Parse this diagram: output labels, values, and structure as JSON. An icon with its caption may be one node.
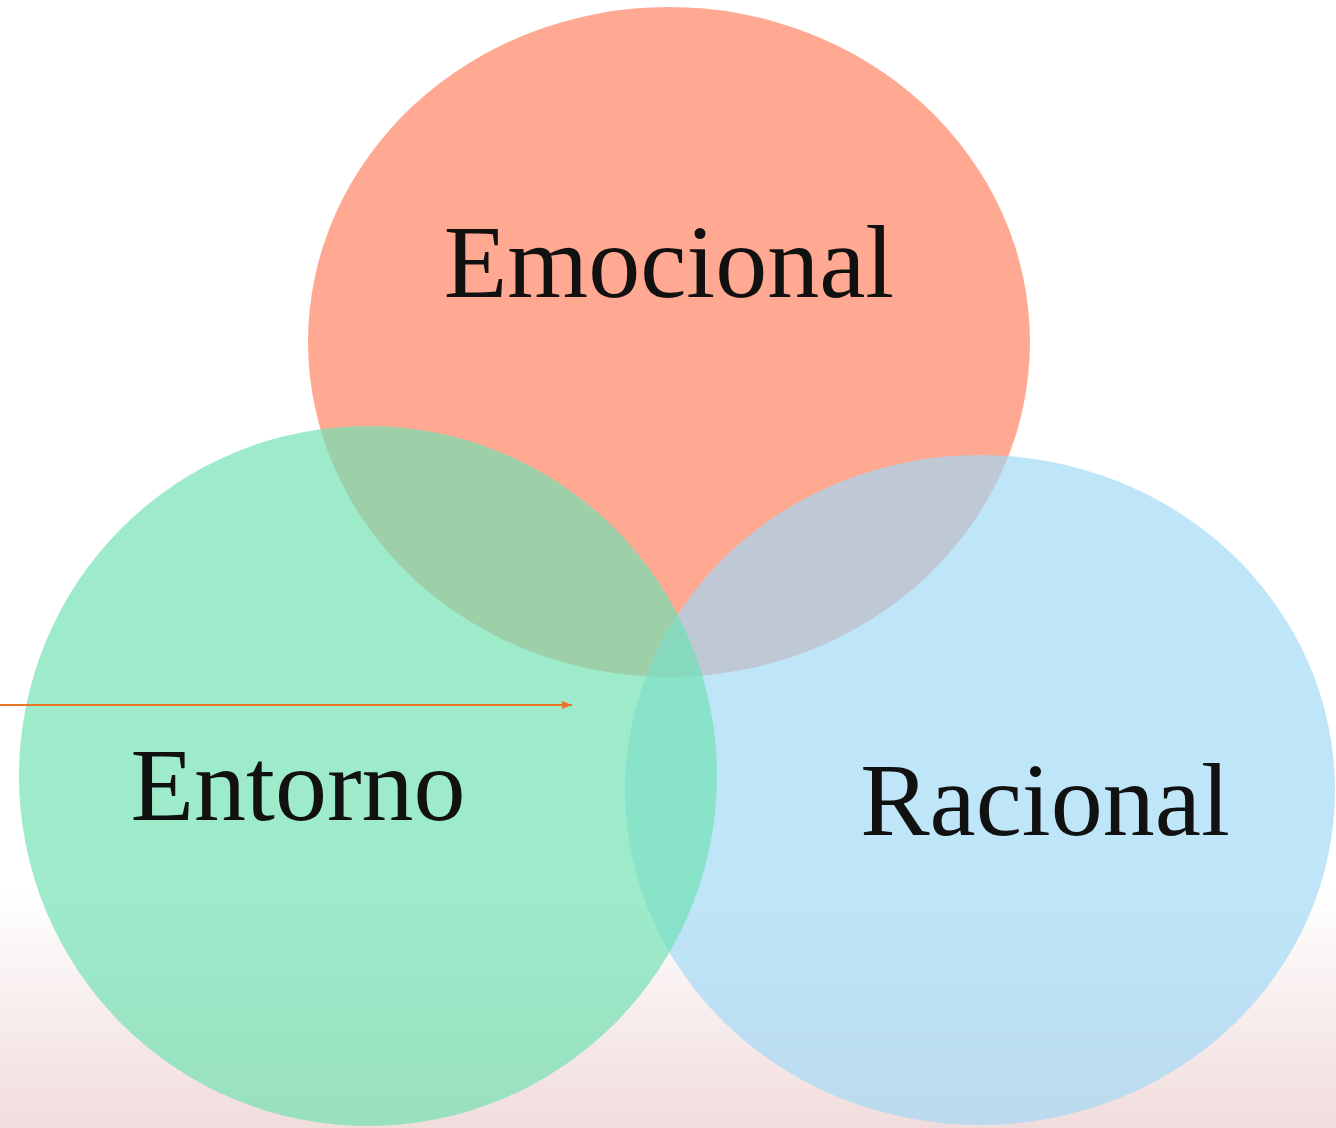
{
  "diagram": {
    "nodes": [
      {
        "text": [
          "Emocional"
        ]
      },
      {
        "text": [
          "Entorno"
        ]
      },
      {
        "text": [
          "Racional"
        ]
      }
    ],
    "edges": [
      {
        "from": null,
        "to": 1,
        "arrow": "to"
      }
    ]
  }
}
